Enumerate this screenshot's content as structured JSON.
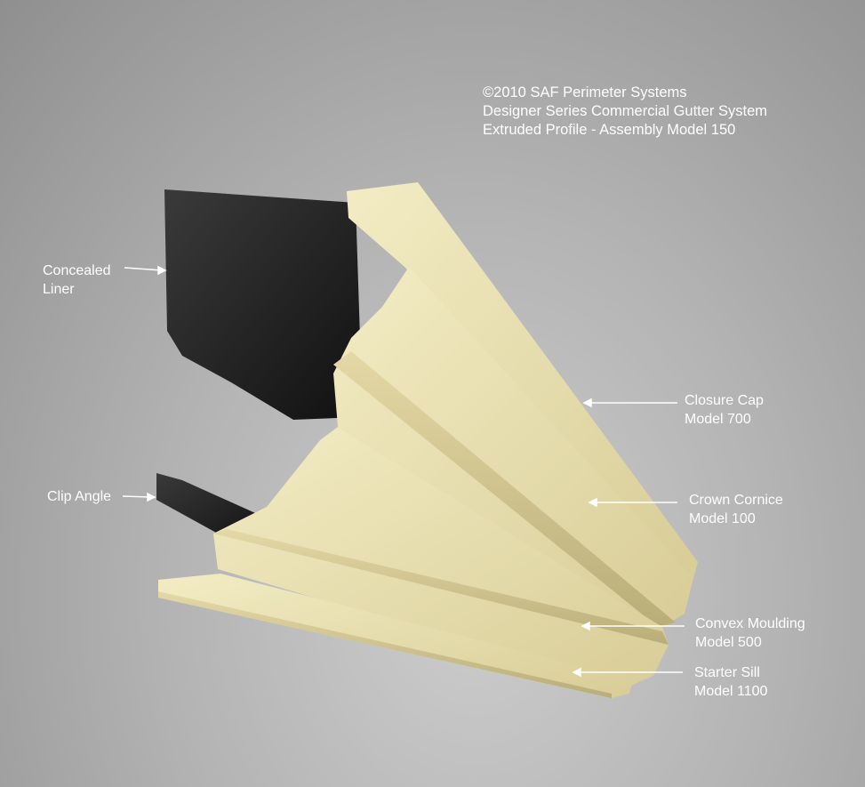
{
  "title": {
    "line1": "©2010 SAF Perimeter Systems",
    "line2": "Designer Series Commercial Gutter System",
    "line3": "Extruded Profile - Assembly Model 150"
  },
  "labels": {
    "concealed_liner": {
      "line1": "Concealed",
      "line2": "Liner"
    },
    "clip_angle": {
      "line1": "Clip Angle"
    },
    "closure_cap": {
      "line1": "Closure Cap",
      "line2": "Model 700"
    },
    "crown_cornice": {
      "line1": "Crown Cornice",
      "line2": "Model 100"
    },
    "convex_moulding": {
      "line1": "Convex Moulding",
      "line2": "Model 500"
    },
    "starter_sill": {
      "line1": "Starter Sill",
      "line2": "Model 1100"
    }
  },
  "colors": {
    "cream": "#ece3b4",
    "black_metal": "#232323",
    "background": "#b4b4b4"
  }
}
